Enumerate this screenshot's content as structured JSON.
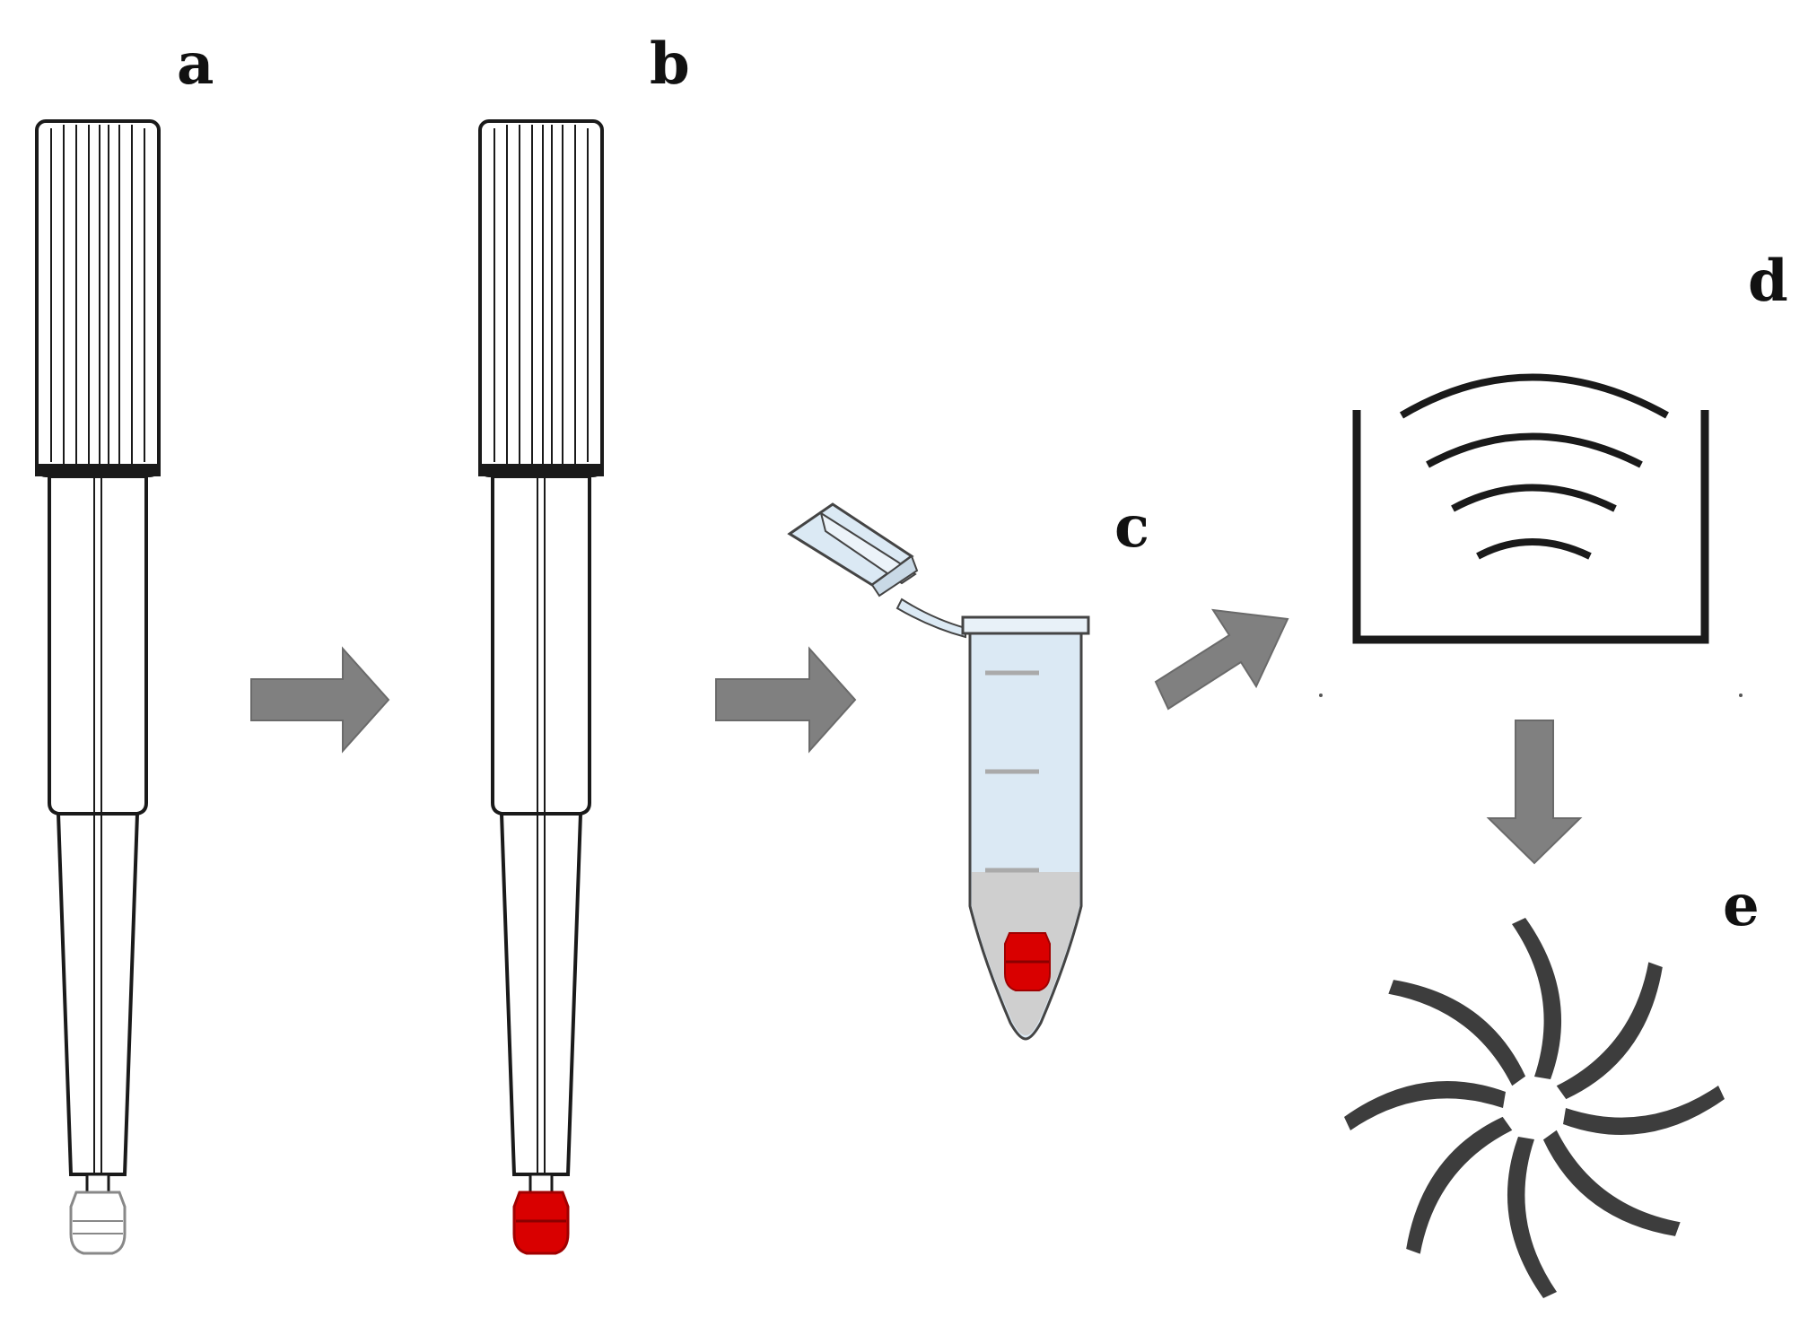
{
  "panels": {
    "a": "a",
    "b": "b",
    "c": "c",
    "d": "d",
    "e": "e"
  },
  "colors": {
    "outline": "#1a1a1a",
    "tip_plain": "#ffffff",
    "tip_sample": "#d90000",
    "arrow": "#808080",
    "tube_fill": "#dbe9f4",
    "tube_liquid": "#cfcfcf",
    "vortex": "#3d3d3d"
  },
  "icons": {
    "step1": "swab-applicator",
    "step2": "swab-applicator-with-sample",
    "step3": "microcentrifuge-tube",
    "step4": "ultrasonic-bath",
    "step5": "vortex-mixer"
  }
}
